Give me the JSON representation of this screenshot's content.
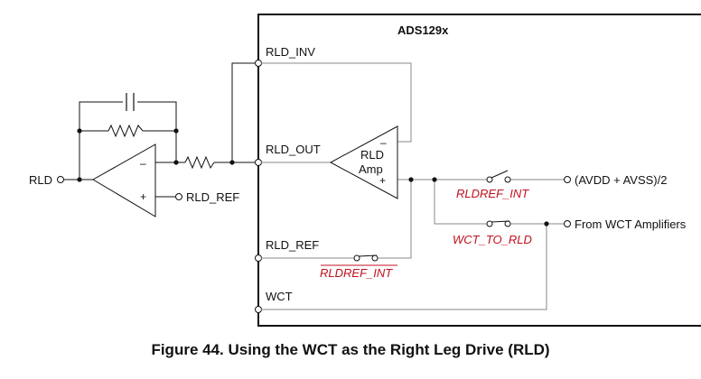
{
  "chip": {
    "name": "ADS129x"
  },
  "pins": {
    "rld_inv": "RLD_INV",
    "rld_out": "RLD_OUT",
    "rld_ref": "RLD_REF",
    "wct": "WCT"
  },
  "amp": {
    "line1": "RLD",
    "line2": "Amp",
    "minus": "–",
    "plus": "+"
  },
  "external": {
    "rld": "RLD",
    "rld_ref": "RLD_REF",
    "opamp_minus": "–",
    "opamp_plus": "+"
  },
  "switches": {
    "rldref_int": "RLDREF_INT",
    "wct_to_rld": "WCT_TO_RLD",
    "rldref_int_bar": "RLDREF_INT"
  },
  "outputs": {
    "avdd_avss": "(AVDD + AVSS)/2",
    "from_wct": "From WCT Amplifiers"
  },
  "caption": "Figure 44.  Using the WCT as the Right Leg Drive (RLD)",
  "colors": {
    "control_label": "#c0111f",
    "wire": "#8a8a8a",
    "device": "#111111"
  }
}
